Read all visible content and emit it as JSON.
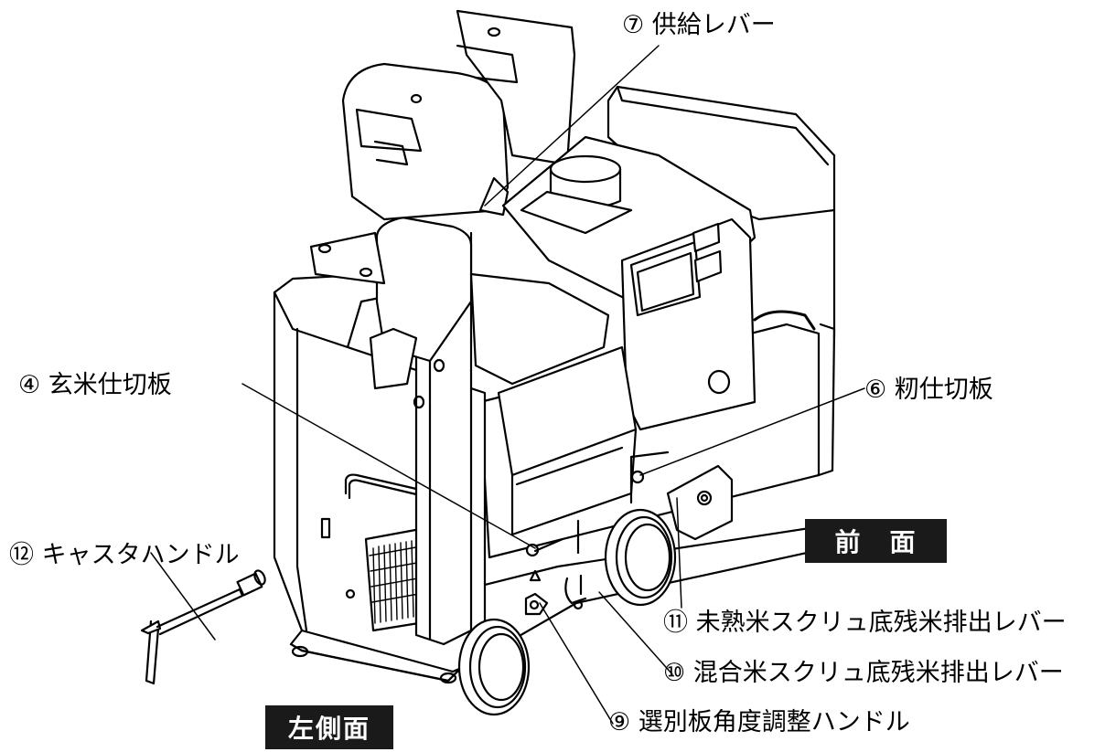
{
  "labels": {
    "supply_lever": "⑦ 供給レバー",
    "brown_rice_partition": "④ 玄米仕切板",
    "paddy_partition": "⑥ 籾仕切板",
    "caster_handle": "⑫ キャスタハンドル",
    "immature_rice_lever": "⑪ 未熟米スクリュ底残米排出レバー",
    "mixed_rice_lever": "⑩ 混合米スクリュ底残米排出レバー",
    "sorting_plate_handle": "⑨ 選別板角度調整ハンドル"
  },
  "badges": {
    "front": "前　面",
    "left_side": "左側面"
  }
}
